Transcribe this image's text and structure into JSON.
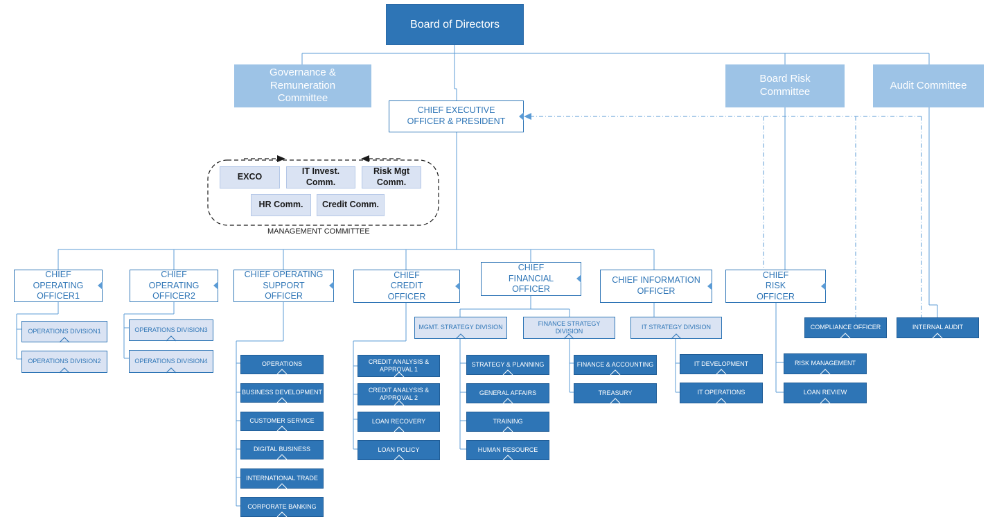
{
  "board": "Board of Directors",
  "committees": {
    "governance": "Governance & Remuneration Committee",
    "risk": "Board Risk Committee",
    "audit": "Audit Committee"
  },
  "ceo": "CHIEF EXECUTIVE OFFICER & PRESIDENT",
  "management": {
    "caption": "MANAGEMENT COMMITTEE",
    "exco": "EXCO",
    "it_invest": "IT Invest. Comm.",
    "risk_mgt": "Risk Mgt Comm.",
    "hr": "HR Comm.",
    "credit": "Credit Comm."
  },
  "officers": {
    "coo1": "CHIEF OPERATING OFFICER1",
    "coo2": "CHIEF OPERATING OFFICER2",
    "coso": "CHIEF OPERATING SUPPORT OFFICER",
    "cco": "CHIEF CREDIT OFFICER",
    "cfo": "CHIEF FINANCIAL OFFICER",
    "cio": "CHIEF INFORMATION OFFICER",
    "cro": "CHIEF RISK OFFICER"
  },
  "divisions": {
    "ops1": "OPERATIONS DIVISION1",
    "ops2": "OPERATIONS DIVISION2",
    "ops3": "OPERATIONS DIVISION3",
    "ops4": "OPERATIONS DIVISION4",
    "mgmt_strategy": "MGMT. STRATEGY DIVISION",
    "finance_strategy": "FINANCE STRATEGY DIVISION",
    "it_strategy": "IT STRATEGY DIVISION"
  },
  "units": {
    "operations": "OPERATIONS",
    "business_development": "BUSINESS DEVELOPMENT",
    "customer_service": "CUSTOMER SERVICE",
    "digital_business": "DIGITAL BUSINESS",
    "international_trade": "INTERNATIONAL TRADE",
    "corporate_banking": "CORPORATE BANKING",
    "credit_analysis_1": "CREDIT ANALYSIS & APPROVAL 1",
    "credit_analysis_2": "CREDIT ANALYSIS & APPROVAL 2",
    "loan_recovery": "LOAN RECOVERY",
    "loan_policy": "LOAN POLICY",
    "strategy_planning": "STRATEGY & PLANNING",
    "general_affairs": "GENERAL AFFAIRS",
    "training": "TRAINING",
    "human_resource": "HUMAN RESOURCE",
    "finance_accounting": "FINANCE & ACCOUNTING",
    "treasury": "TREASURY",
    "it_development": "IT DEVELOPMENT",
    "it_operations": "IT OPERATIONS",
    "risk_management": "RISK MANAGEMENT",
    "loan_review": "LOAN REVIEW",
    "compliance_officer": "COMPLIANCE OFFICER",
    "internal_audit": "INTERNAL AUDIT"
  },
  "colors": {
    "board": "#2e75b6",
    "committee": "#9dc3e6",
    "division_fill": "#dae3f3",
    "unit_fill": "#2e75b6",
    "line": "#5b9bd5"
  }
}
